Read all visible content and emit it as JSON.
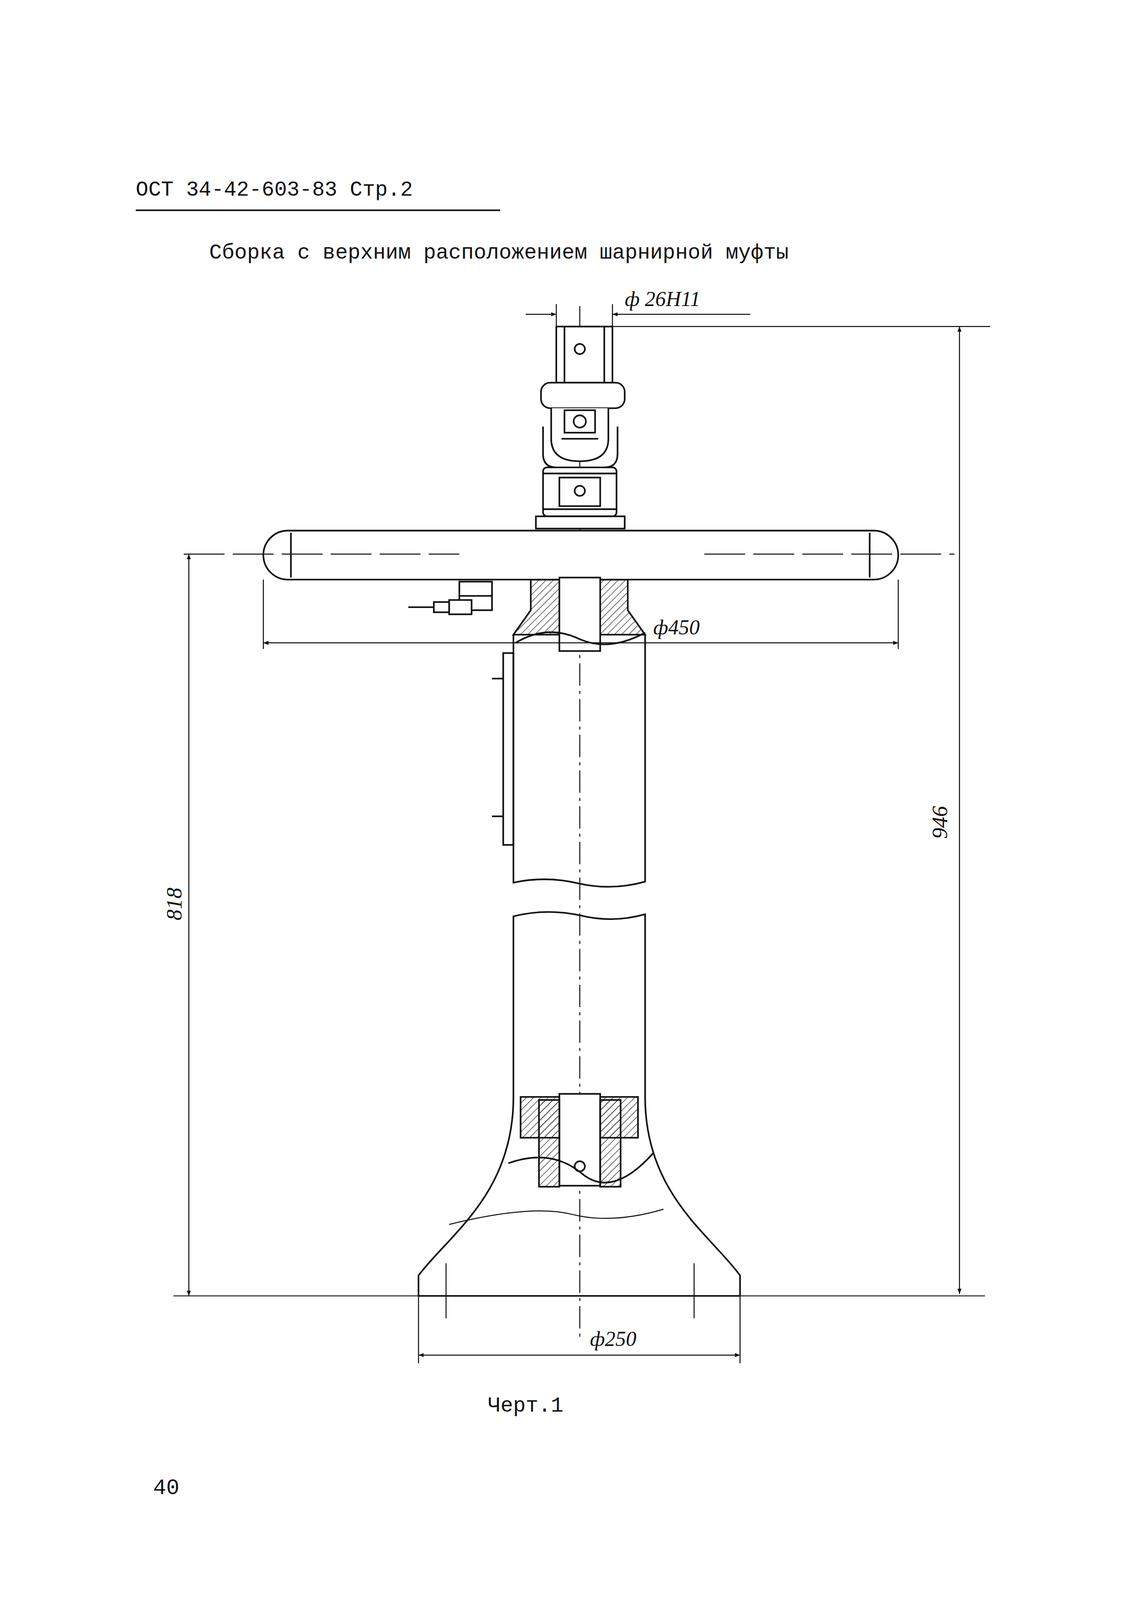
{
  "diagram": {
    "title": "Сборка с верхним расположением шарнирной муфты",
    "caption": "Черт.1",
    "labels": [
      "ОСТ 34-42-603-83 Стр.2",
      "ф 26Н11",
      "ф450",
      "946",
      "818",
      "ф250",
      "40"
    ]
  }
}
